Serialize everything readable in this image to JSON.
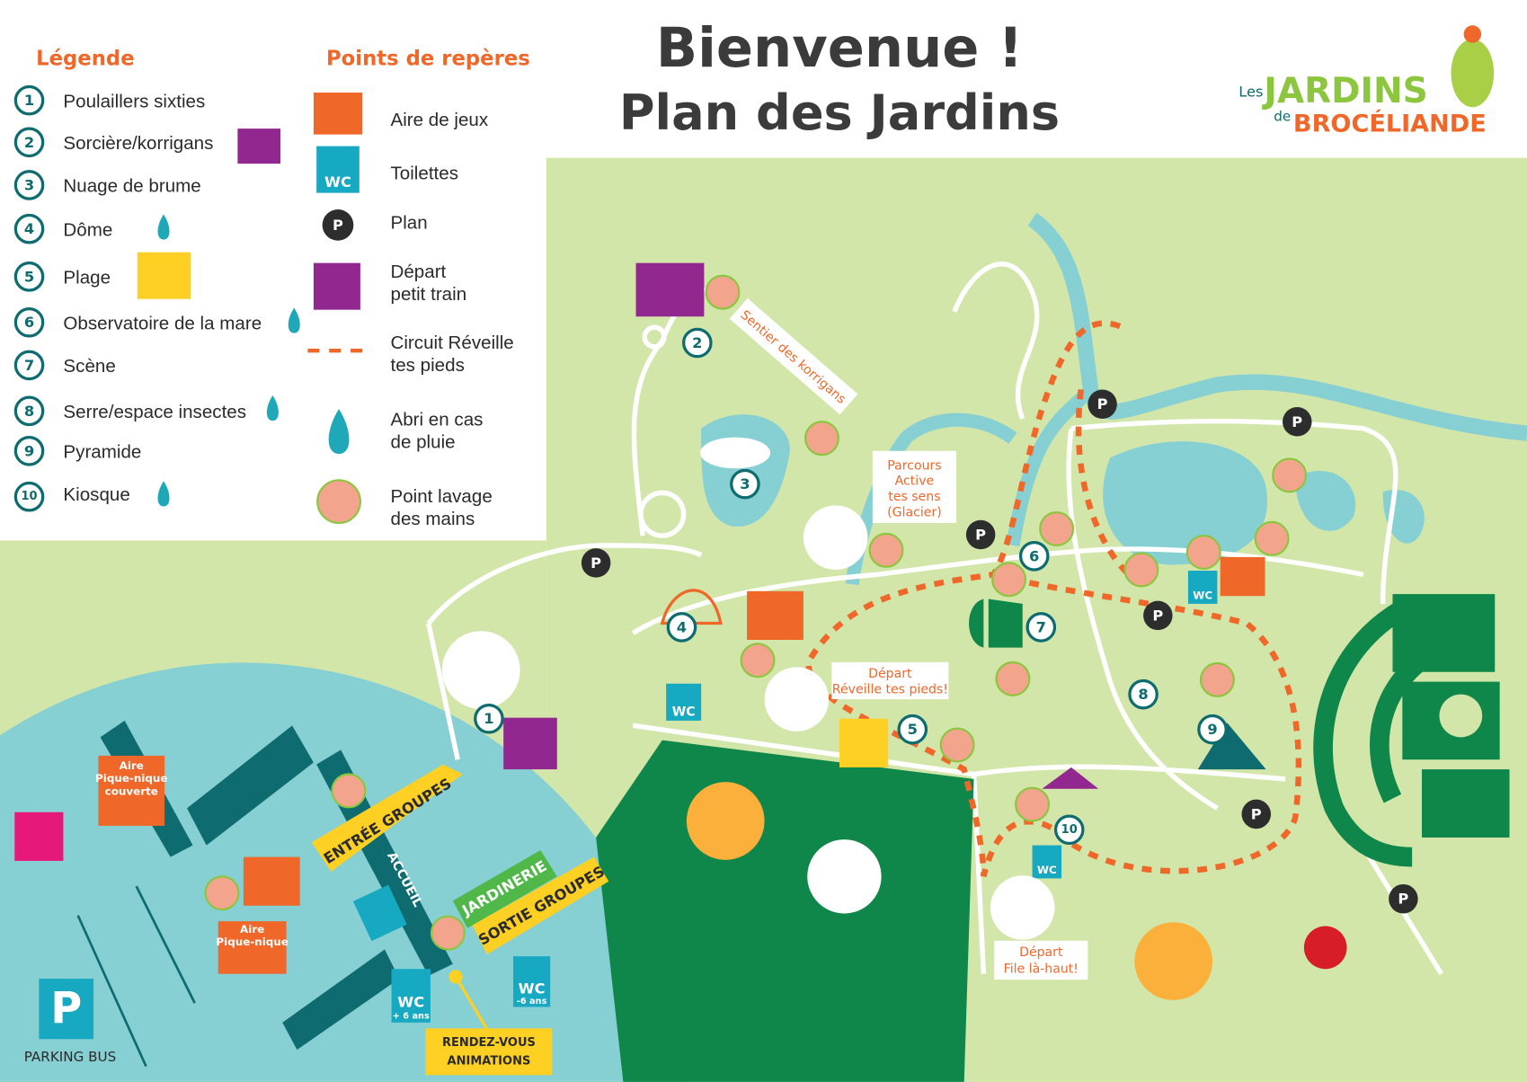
{
  "header": {
    "title": "Bienvenue !",
    "subtitle": "Plan des Jardins"
  },
  "logo": {
    "line1_small": "Les",
    "line1": "JARDINS",
    "line2_small": "de",
    "line2": "BROCÉLIANDE"
  },
  "legend": {
    "title": "Légende",
    "items": [
      {
        "num": "1",
        "label": "Poulaillers sixties"
      },
      {
        "num": "2",
        "label": "Sorcière/korrigans"
      },
      {
        "num": "3",
        "label": "Nuage de brume"
      },
      {
        "num": "4",
        "label": "Dôme"
      },
      {
        "num": "5",
        "label": "Plage"
      },
      {
        "num": "6",
        "label": "Observatoire de la mare"
      },
      {
        "num": "7",
        "label": "Scène"
      },
      {
        "num": "8",
        "label": "Serre/espace insectes"
      },
      {
        "num": "9",
        "label": "Pyramide"
      },
      {
        "num": "10",
        "label": "Kiosque"
      }
    ]
  },
  "landmarks": {
    "title": "Points de repères",
    "items": [
      {
        "icon": "playground-icon",
        "line1": "Aire de jeux",
        "line2": ""
      },
      {
        "icon": "toilets-icon",
        "line1": "Toilettes",
        "line2": "",
        "icon_text": "WC"
      },
      {
        "icon": "plan-icon",
        "line1": "Plan",
        "line2": "",
        "icon_text": "P"
      },
      {
        "icon": "train-icon",
        "line1": "Départ",
        "line2": "petit train"
      },
      {
        "icon": "dashed-route-icon",
        "line1": "Circuit Réveille",
        "line2": "tes pieds"
      },
      {
        "icon": "raindrop-icon",
        "line1": "Abri en cas",
        "line2": "de pluie"
      },
      {
        "icon": "handwash-icon",
        "line1": "Point lavage",
        "line2": "des mains"
      }
    ]
  },
  "map": {
    "sentier": "Sentier des korrigans",
    "parcours": [
      "Parcours",
      "Active",
      "tes sens",
      "(Glacier)"
    ],
    "depart_reveille": [
      "Départ",
      "Réveille tes pieds!"
    ],
    "depart_file": [
      "Départ",
      "File là-haut!"
    ],
    "plan_marker": "P",
    "wc": "WC",
    "picnic_covered": [
      "Aire",
      "Pique-nique",
      "couverte"
    ],
    "picnic": [
      "Aire",
      "Pique-nique"
    ],
    "entree": "ENTRÉE GROUPES",
    "sortie": "SORTIE GROUPES",
    "jardinerie": "JARDINERIE",
    "accueil": "ACCUEIL",
    "wc_plus6": "+ 6 ans",
    "wc_minus6": "-6 ans",
    "rdv": [
      "RENDEZ-VOUS",
      "ANIMATIONS"
    ],
    "parking_bus": "PARKING BUS",
    "parking_letter": "P"
  },
  "colors": {
    "orange": "#f0672a",
    "teal": "#0e6b6f",
    "grass": "#d3e6aa",
    "water": "#86cfd3",
    "field": "#10874a",
    "purple": "#92278f",
    "yellow": "#fdd023"
  }
}
